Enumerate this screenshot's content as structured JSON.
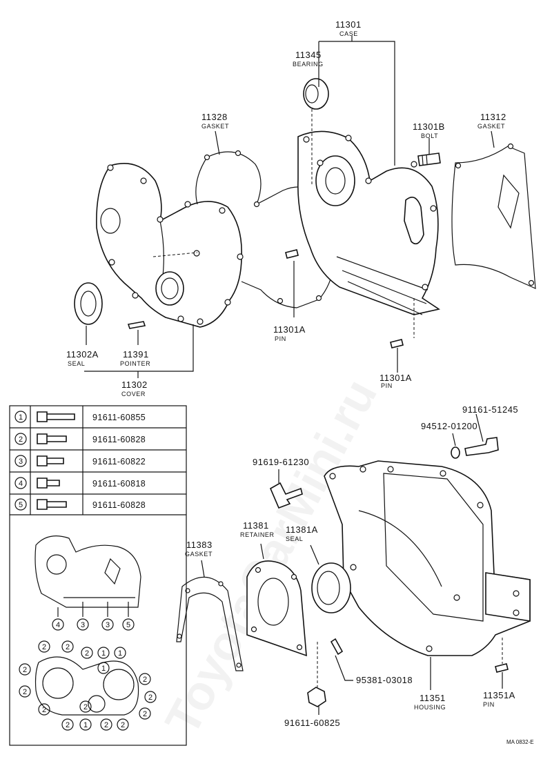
{
  "watermark": "ToyotaCarMini.ru",
  "drawing_code": "MA 0832-E",
  "callouts": {
    "c11301": {
      "number": "11301",
      "name": "CASE"
    },
    "c11345": {
      "number": "11345",
      "name": "BEARING"
    },
    "c11328": {
      "number": "11328",
      "name": "GASKET"
    },
    "c11301B": {
      "number": "11301B",
      "name": "BOLT"
    },
    "c11312": {
      "number": "11312",
      "name": "GASKET"
    },
    "c11301A_1": {
      "number": "11301A",
      "name": "PIN"
    },
    "c11301A_2": {
      "number": "11301A",
      "name": "PIN"
    },
    "c11302A": {
      "number": "11302A",
      "name": "SEAL"
    },
    "c11391": {
      "number": "11391",
      "name": "POINTER"
    },
    "c11302": {
      "number": "11302",
      "name": "COVER"
    },
    "c91161": {
      "number": "91161-51245"
    },
    "c94512": {
      "number": "94512-01200"
    },
    "c91619": {
      "number": "91619-61230"
    },
    "c11381": {
      "number": "11381",
      "name": "RETAINER"
    },
    "c11381A": {
      "number": "11381A",
      "name": "SEAL"
    },
    "c11383": {
      "number": "11383",
      "name": "GASKET"
    },
    "c95381": {
      "number": "95381-03018"
    },
    "c11351": {
      "number": "11351",
      "name": "HOUSING"
    },
    "c11351A": {
      "number": "11351A",
      "name": "PIN"
    },
    "c91611": {
      "number": "91611-60825"
    }
  },
  "bolt_table": [
    {
      "index": "1",
      "part": "91611-60855"
    },
    {
      "index": "2",
      "part": "91611-60828"
    },
    {
      "index": "3",
      "part": "91611-60822"
    },
    {
      "index": "4",
      "part": "91611-60818"
    },
    {
      "index": "5",
      "part": "91611-60828"
    }
  ],
  "upper_map_labels": [
    "4",
    "3",
    "3",
    "5"
  ],
  "lower_map_labels": [
    "2",
    "2",
    "2",
    "1",
    "1",
    "1",
    "2",
    "2",
    "2",
    "2",
    "2",
    "2",
    "2",
    "1",
    "2",
    "2",
    "2"
  ]
}
